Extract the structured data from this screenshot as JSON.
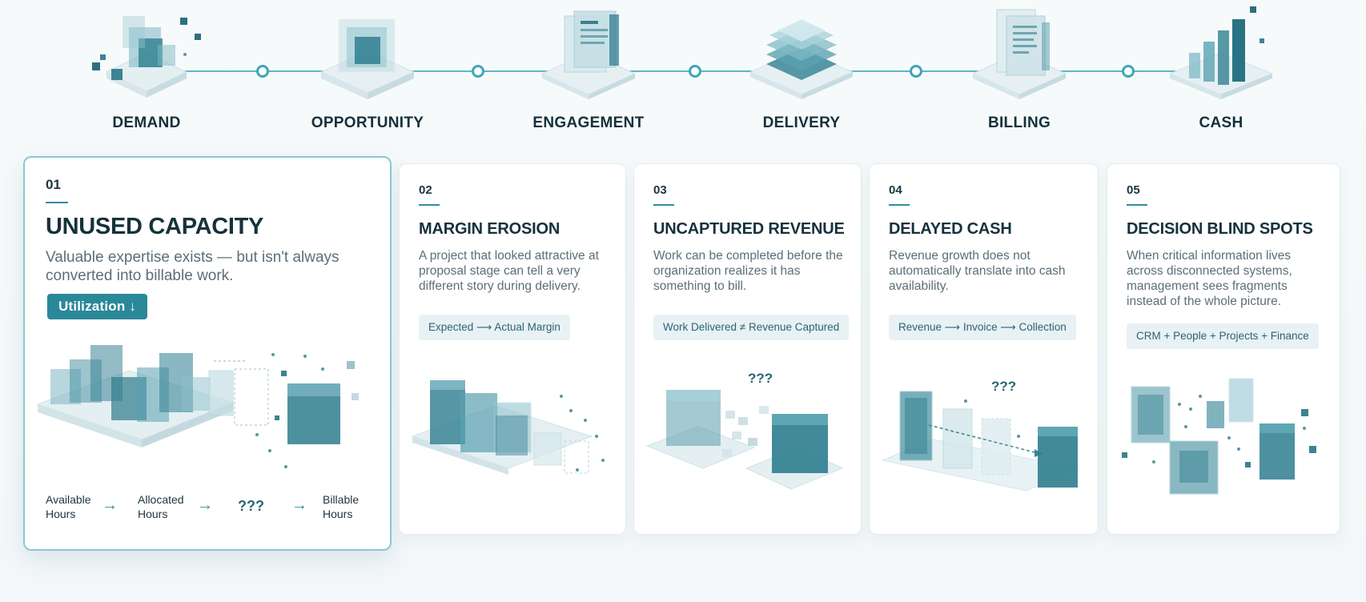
{
  "pipeline": {
    "stages": [
      {
        "label": "DEMAND",
        "icon": "cubes-cluster-icon"
      },
      {
        "label": "OPPORTUNITY",
        "icon": "glass-cube-icon"
      },
      {
        "label": "ENGAGEMENT",
        "icon": "documents-stack-icon"
      },
      {
        "label": "DELIVERY",
        "icon": "layered-stack-icon"
      },
      {
        "label": "BILLING",
        "icon": "invoice-pages-icon"
      },
      {
        "label": "CASH",
        "icon": "bar-columns-icon"
      }
    ]
  },
  "cards": [
    {
      "number": "01",
      "title": "UNUSED CAPACITY",
      "description": "Valuable expertise exists — but isn't always converted into billable work.",
      "button": "Utilization ↓",
      "flow": [
        {
          "line1": "Available",
          "line2": "Hours"
        },
        {
          "line1": "Allocated",
          "line2": "Hours"
        },
        {
          "line1": "???",
          "line2": ""
        },
        {
          "line1": "Billable",
          "line2": "Hours"
        }
      ],
      "flow_arrow": "→"
    },
    {
      "number": "02",
      "title": "MARGIN EROSION",
      "description": "A project that looked attractive at proposal stage can tell a very different story during delivery.",
      "chip": "Expected  ⟶  Actual Margin"
    },
    {
      "number": "03",
      "title": "UNCAPTURED REVENUE",
      "description": "Work can be completed before the organization realizes it has something to bill.",
      "chip": "Work Delivered ≠ Revenue Captured",
      "art_label": "???"
    },
    {
      "number": "04",
      "title": "DELAYED CASH",
      "description": "Revenue growth does not automatically translate into cash availability.",
      "chip": "Revenue  ⟶  Invoice  ⟶  Collection",
      "art_label": "???"
    },
    {
      "number": "05",
      "title": "DECISION BLIND SPOTS",
      "description": "When critical information lives across disconnected systems, management sees fragments instead of the whole picture.",
      "chip": "CRM + People + Projects + Finance"
    }
  ],
  "colors": {
    "accent": "#2b8899",
    "teal_dark": "#1f6f80",
    "teal_light": "#8cc7d1",
    "text_dark": "#15313c",
    "text_muted": "#5b6f78"
  }
}
